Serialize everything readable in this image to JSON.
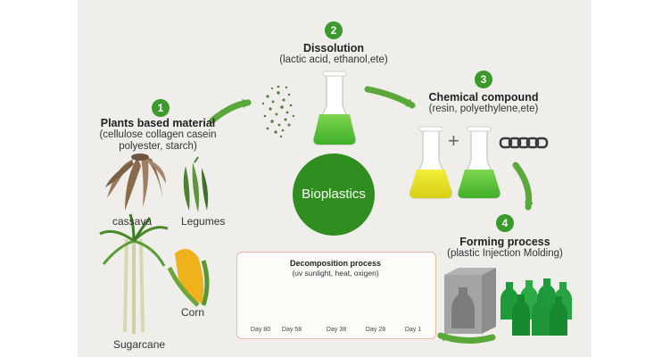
{
  "colors": {
    "green_dark": "#2f8e1f",
    "green_bright": "#5cc43a",
    "yellow_liquid": "#e9e51a",
    "badge": "#3a9a2c",
    "arrow": "#5aa83a",
    "decomp_border": "#e7b7a8"
  },
  "steps": [
    {
      "number": "1",
      "title": "Plants based material",
      "subtitle_lines": [
        "(cellulose collagen casein",
        "polyester, starch)"
      ]
    },
    {
      "number": "2",
      "title": "Dissolution",
      "subtitle_lines": [
        "(lactic acid, ethanol,ete)"
      ]
    },
    {
      "number": "3",
      "title": "Chemical compound",
      "subtitle_lines": [
        "(resin, polyethylene,ete)"
      ]
    },
    {
      "number": "4",
      "title": "Forming process",
      "subtitle_lines": [
        "(plastic Injection Molding)"
      ]
    }
  ],
  "plants": [
    "cassava",
    "Legumes",
    "Corn",
    "Sugarcane"
  ],
  "center_label": "Bioplastics",
  "plus_sign": "+",
  "decomposition": {
    "title": "Decomposition process",
    "subtitle": "(uv sunlight, heat, oxigen)",
    "days": [
      "Day 80",
      "Day 58",
      "Day 38",
      "Day 28",
      "Day 1"
    ]
  },
  "icons": [
    "particles-icon",
    "flask-green-icon",
    "flask-yellow-icon",
    "chain-icon",
    "mold-icon",
    "bottles-icon",
    "cassava-icon",
    "legumes-icon",
    "corn-icon",
    "sugarcane-icon"
  ]
}
